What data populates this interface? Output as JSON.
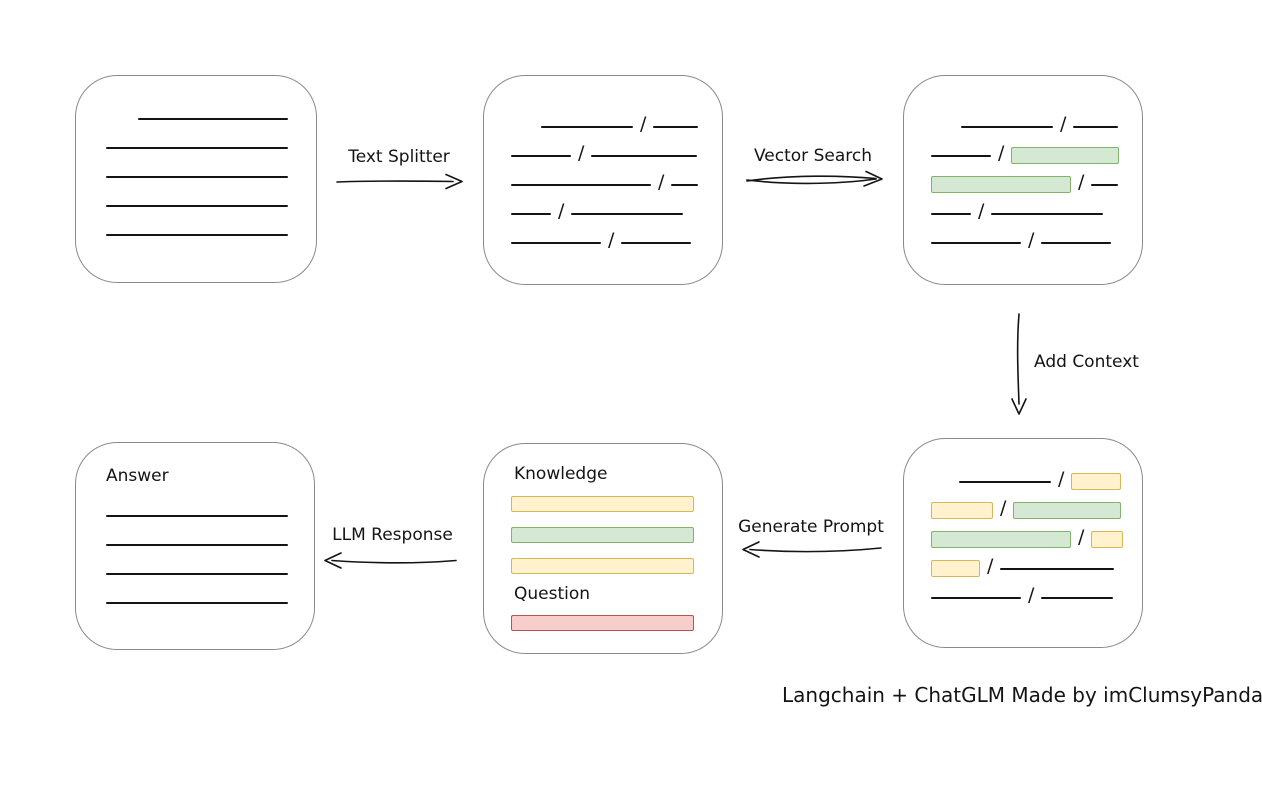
{
  "colors": {
    "canvas-bg": "#ffffff",
    "box-border": "#8a8a8a",
    "ink": "#141414",
    "green-fill": "#d5e8d4",
    "green-stroke": "#82b366",
    "yellow-fill": "#fff2cc",
    "yellow-stroke": "#d6b656",
    "red-fill": "#f8cecc",
    "red-stroke": "#b85450"
  },
  "glyphs": {
    "slash": "/"
  },
  "edges": [
    {
      "from": "source-document",
      "to": "split-chunks",
      "label": "Text Splitter",
      "direction": "right"
    },
    {
      "from": "split-chunks",
      "to": "matched-chunks",
      "label": "Vector Search",
      "direction": "right"
    },
    {
      "from": "matched-chunks",
      "to": "context-chunks",
      "label": "Add Context",
      "direction": "down"
    },
    {
      "from": "context-chunks",
      "to": "prompt",
      "label": "Generate Prompt",
      "direction": "left"
    },
    {
      "from": "prompt",
      "to": "answer",
      "label": "LLM Response",
      "direction": "left"
    }
  ],
  "boxes": {
    "source_document": {
      "rows": [
        {
          "indent": 32,
          "segments": [
            {
              "type": "line",
              "w": 150
            }
          ]
        },
        {
          "segments": [
            {
              "type": "line",
              "w": 182
            }
          ]
        },
        {
          "segments": [
            {
              "type": "line",
              "w": 182
            }
          ]
        },
        {
          "segments": [
            {
              "type": "line",
              "w": 182
            }
          ]
        },
        {
          "segments": [
            {
              "type": "line",
              "w": 182
            }
          ]
        }
      ]
    },
    "split_chunks": {
      "rows": [
        {
          "indent": 30,
          "segments": [
            {
              "type": "line",
              "w": 92
            },
            {
              "type": "slash"
            },
            {
              "type": "line",
              "w": 45
            }
          ]
        },
        {
          "segments": [
            {
              "type": "line",
              "w": 60
            },
            {
              "type": "slash"
            },
            {
              "type": "line",
              "w": 106
            }
          ]
        },
        {
          "segments": [
            {
              "type": "line",
              "w": 140
            },
            {
              "type": "slash"
            },
            {
              "type": "line",
              "w": 27
            }
          ]
        },
        {
          "segments": [
            {
              "type": "line",
              "w": 40
            },
            {
              "type": "slash"
            },
            {
              "type": "line",
              "w": 112
            }
          ]
        },
        {
          "segments": [
            {
              "type": "line",
              "w": 90
            },
            {
              "type": "slash"
            },
            {
              "type": "line",
              "w": 70
            }
          ]
        }
      ]
    },
    "matched_chunks": {
      "rows": [
        {
          "indent": 30,
          "segments": [
            {
              "type": "line",
              "w": 92
            },
            {
              "type": "slash"
            },
            {
              "type": "line",
              "w": 45
            }
          ]
        },
        {
          "segments": [
            {
              "type": "line",
              "w": 60
            },
            {
              "type": "slash"
            },
            {
              "type": "green",
              "w": 106
            }
          ]
        },
        {
          "segments": [
            {
              "type": "green",
              "w": 138
            },
            {
              "type": "slash"
            },
            {
              "type": "line",
              "w": 27
            }
          ]
        },
        {
          "segments": [
            {
              "type": "line",
              "w": 40
            },
            {
              "type": "slash"
            },
            {
              "type": "line",
              "w": 112
            }
          ]
        },
        {
          "segments": [
            {
              "type": "line",
              "w": 90
            },
            {
              "type": "slash"
            },
            {
              "type": "line",
              "w": 70
            }
          ]
        }
      ]
    },
    "context_chunks": {
      "rows": [
        {
          "indent": 28,
          "segments": [
            {
              "type": "line",
              "w": 92
            },
            {
              "type": "slash"
            },
            {
              "type": "yellow",
              "w": 48
            }
          ]
        },
        {
          "segments": [
            {
              "type": "yellow",
              "w": 60
            },
            {
              "type": "slash"
            },
            {
              "type": "green",
              "w": 106
            }
          ]
        },
        {
          "segments": [
            {
              "type": "green",
              "w": 138
            },
            {
              "type": "slash"
            },
            {
              "type": "yellow",
              "w": 30
            }
          ]
        },
        {
          "segments": [
            {
              "type": "yellow",
              "w": 47
            },
            {
              "type": "slash"
            },
            {
              "type": "line",
              "w": 114
            }
          ]
        },
        {
          "segments": [
            {
              "type": "line",
              "w": 90
            },
            {
              "type": "slash"
            },
            {
              "type": "line",
              "w": 72
            }
          ]
        }
      ]
    },
    "prompt": {
      "knowledge_label": "Knowledge",
      "question_label": "Question",
      "knowledge_chips": [
        "yellow",
        "green",
        "yellow"
      ],
      "question_chips": [
        "red"
      ]
    },
    "answer": {
      "label": "Answer",
      "rows": [
        {
          "segments": [
            {
              "type": "line",
              "w": 182
            }
          ]
        },
        {
          "segments": [
            {
              "type": "line",
              "w": 182
            }
          ]
        },
        {
          "segments": [
            {
              "type": "line",
              "w": 182
            }
          ]
        },
        {
          "segments": [
            {
              "type": "line",
              "w": 182
            }
          ]
        }
      ]
    }
  },
  "caption": "Langchain + ChatGLM Made by imClumsyPanda"
}
